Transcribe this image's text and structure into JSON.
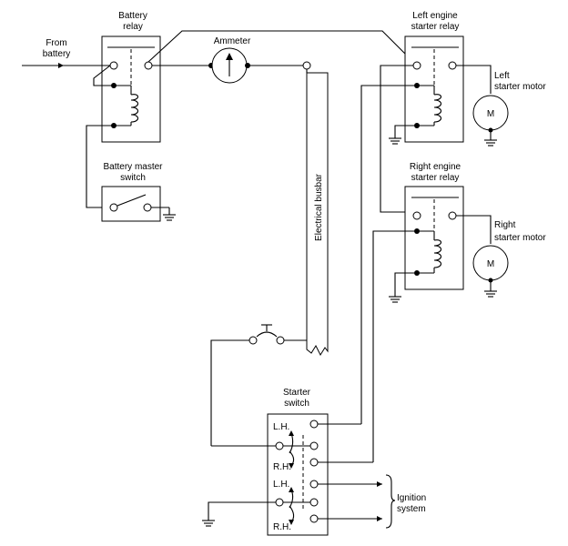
{
  "labels": {
    "from_battery": [
      "From",
      "battery"
    ],
    "battery_relay": [
      "Battery",
      "relay"
    ],
    "ammeter": "Ammeter",
    "left_relay": [
      "Left engine",
      "starter relay"
    ],
    "left_motor": [
      "Left",
      "starter motor"
    ],
    "right_relay": [
      "Right engine",
      "starter relay"
    ],
    "right_motor": [
      "Right",
      "starter motor"
    ],
    "battery_master": [
      "Battery master",
      "switch"
    ],
    "busbar": "Electrical busbar",
    "starter_switch": [
      "Starter",
      "switch"
    ],
    "lh_upper": "L.H.",
    "rh_upper": "R.H.",
    "lh_lower": "L.H.",
    "rh_lower": "R.H.",
    "ignition": [
      "Ignition",
      "system"
    ],
    "motor_symbol": "M"
  }
}
